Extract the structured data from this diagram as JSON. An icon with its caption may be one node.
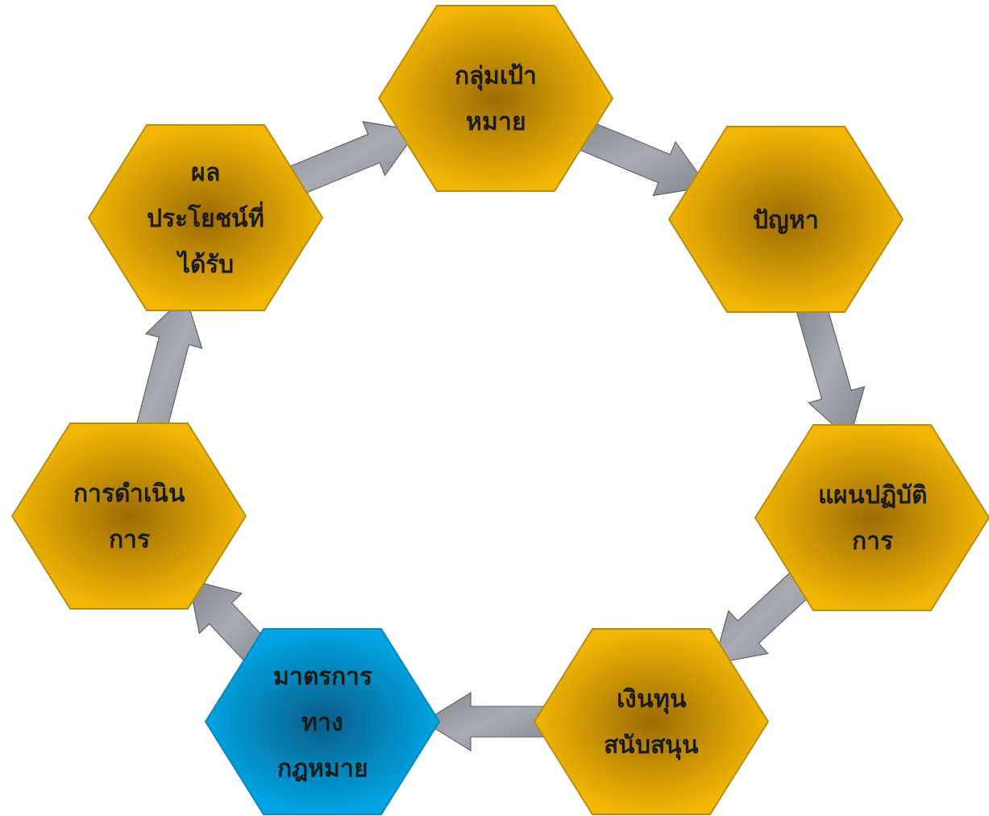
{
  "diagram": {
    "nodes": [
      {
        "text": [
          "กลุ่มเป้าหมาย"
        ]
      },
      {
        "text": [
          "ปัญหา"
        ]
      },
      {
        "text": [
          "แผนปฏิบัติการ"
        ]
      },
      {
        "text": [
          "เงินทุนสนับสนุน"
        ]
      },
      {
        "text": [
          "มาตรการทางกฎหมาย"
        ]
      },
      {
        "text": [
          "การดำเนินการ"
        ]
      },
      {
        "text": [
          "ผลประโยชน์ที่ได้รับ"
        ]
      }
    ],
    "edges": [
      {
        "from": 0,
        "to": 1,
        "arrow": "to"
      },
      {
        "from": 1,
        "to": 2,
        "arrow": "to"
      },
      {
        "from": 2,
        "to": 3,
        "arrow": "to"
      },
      {
        "from": 3,
        "to": 4,
        "arrow": "to"
      },
      {
        "from": 4,
        "to": 5,
        "arrow": "to"
      },
      {
        "from": 5,
        "to": 6,
        "arrow": "to"
      },
      {
        "from": 6,
        "to": 0,
        "arrow": "to"
      }
    ]
  }
}
